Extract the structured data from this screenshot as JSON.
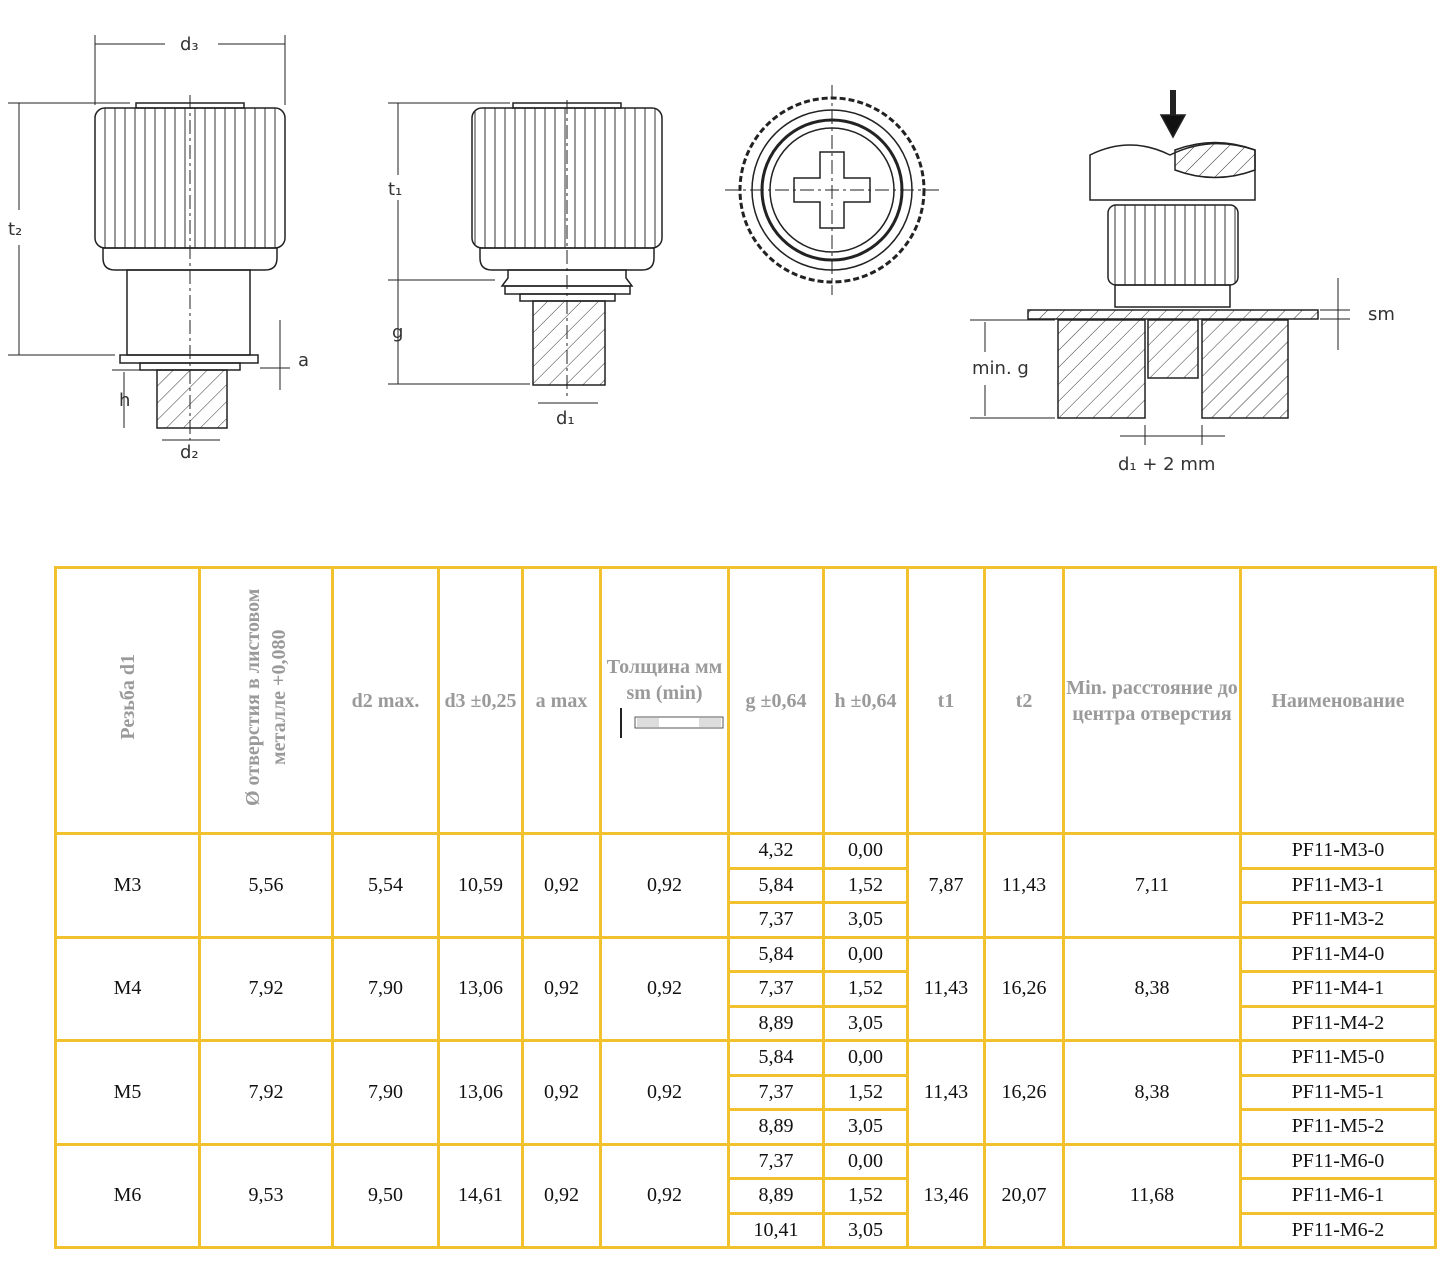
{
  "drawings": {
    "view1": {
      "d3": "d₃",
      "t2": "t₂",
      "a": "a",
      "h": "h",
      "d2": "d₂"
    },
    "view2": {
      "t1": "t₁",
      "g": "g",
      "d1": "d₁"
    },
    "view4": {
      "sm": "sm",
      "min_g": "min. g",
      "hole": "d₁ + 2 mm"
    }
  },
  "table": {
    "headers": [
      "Резьба d1",
      "Ø отверстия в листовом металле +0,080",
      "d2 max.",
      "d3 ±0,25",
      "a max",
      "Толщина мм sm (min)",
      "g ±0,64",
      "h ±0,64",
      "t1",
      "t2",
      "Min. расстояние до центра отверстия",
      "Наименование"
    ],
    "sm_label": "sm",
    "groups": [
      {
        "d1": "M3",
        "hole": "5,56",
        "d2": "5,54",
        "d3": "10,59",
        "a": "0,92",
        "sm": "0,92",
        "t1": "7,87",
        "t2": "11,43",
        "min_dist": "7,11",
        "rows": [
          {
            "g": "4,32",
            "h": "0,00",
            "name": "PF11-M3-0"
          },
          {
            "g": "5,84",
            "h": "1,52",
            "name": "PF11-M3-1"
          },
          {
            "g": "7,37",
            "h": "3,05",
            "name": "PF11-M3-2"
          }
        ]
      },
      {
        "d1": "M4",
        "hole": "7,92",
        "d2": "7,90",
        "d3": "13,06",
        "a": "0,92",
        "sm": "0,92",
        "t1": "11,43",
        "t2": "16,26",
        "min_dist": "8,38",
        "rows": [
          {
            "g": "5,84",
            "h": "0,00",
            "name": "PF11-M4-0"
          },
          {
            "g": "7,37",
            "h": "1,52",
            "name": "PF11-M4-1"
          },
          {
            "g": "8,89",
            "h": "3,05",
            "name": "PF11-M4-2"
          }
        ]
      },
      {
        "d1": "M5",
        "hole": "7,92",
        "d2": "7,90",
        "d3": "13,06",
        "a": "0,92",
        "sm": "0,92",
        "t1": "11,43",
        "t2": "16,26",
        "min_dist": "8,38",
        "rows": [
          {
            "g": "5,84",
            "h": "0,00",
            "name": "PF11-M5-0"
          },
          {
            "g": "7,37",
            "h": "1,52",
            "name": "PF11-M5-1"
          },
          {
            "g": "8,89",
            "h": "3,05",
            "name": "PF11-M5-2"
          }
        ]
      },
      {
        "d1": "M6",
        "hole": "9,53",
        "d2": "9,50",
        "d3": "14,61",
        "a": "0,92",
        "sm": "0,92",
        "t1": "13,46",
        "t2": "20,07",
        "min_dist": "11,68",
        "rows": [
          {
            "g": "7,37",
            "h": "0,00",
            "name": "PF11-M6-0"
          },
          {
            "g": "8,89",
            "h": "1,52",
            "name": "PF11-M6-1"
          },
          {
            "g": "10,41",
            "h": "3,05",
            "name": "PF11-M6-2"
          }
        ]
      }
    ]
  },
  "colors": {
    "border": "#f2c12e",
    "header_text": "#9a9a9a"
  }
}
